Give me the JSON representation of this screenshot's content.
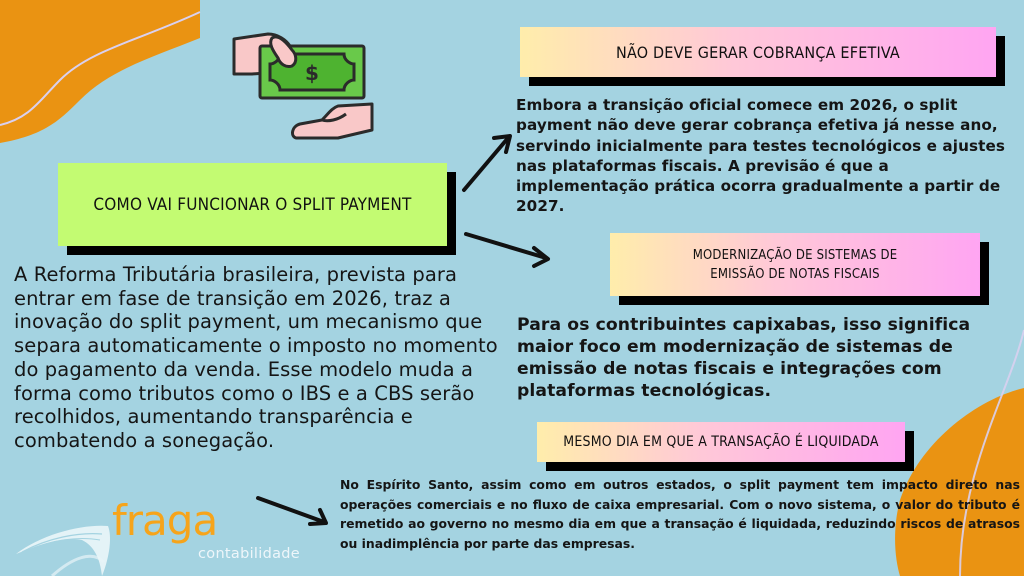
{
  "colors": {
    "background": "#a4d3e1",
    "accent_orange": "#ea9312",
    "lime_box": "#c3fb72",
    "gradient_start": "#ffedab",
    "gradient_end": "#ffa5f2",
    "shadow": "#000000",
    "logo_orange": "#f6a41b"
  },
  "icons": {
    "money_hands": "hand-giving-money-icon",
    "arrows": [
      "arrow-up-right-icon",
      "arrow-down-right-icon",
      "arrow-down-right-icon"
    ]
  },
  "main": {
    "title": "COMO VAI FUNCIONAR O SPLIT PAYMENT",
    "body": "A Reforma Tributária brasileira, prevista para entrar em fase de transição em 2026, traz a inovação do split payment, um mecanismo que separa automaticamente o imposto no momento do pagamento da venda. Esse modelo muda a forma como tributos como o IBS e a CBS serão recolhidos, aumentando transparência e combatendo a sonegação."
  },
  "sections": [
    {
      "title": "NÃO DEVE GERAR COBRANÇA EFETIVA",
      "body": "Embora a transição oficial comece em 2026, o split payment não deve gerar cobrança efetiva já nesse ano, servindo inicialmente para testes tecnológicos e ajustes nas plataformas fiscais. A previsão é que a implementação prática ocorra gradualmente a partir de 2027."
    },
    {
      "title_line1": "MODERNIZAÇÃO DE SISTEMAS DE",
      "title_line2": "EMISSÃO DE NOTAS FISCAIS",
      "body": "Para os contribuintes capixabas, isso significa maior foco em modernização de sistemas de emissão de notas fiscais e integrações com plataformas tecnológicas."
    },
    {
      "title": "MESMO DIA EM QUE A TRANSAÇÃO É LIQUIDADA",
      "body": "No Espírito Santo, assim como em outros estados, o split payment tem impacto direto nas operações comerciais e no fluxo de caixa empresarial. Com o novo sistema, o valor do tributo é remetido ao governo no mesmo dia em que a transação é liquidada, reduzindo riscos de atrasos ou inadimplência por parte das empresas."
    }
  ],
  "logo": {
    "name": "fraga",
    "subtitle": "contabilidade"
  }
}
